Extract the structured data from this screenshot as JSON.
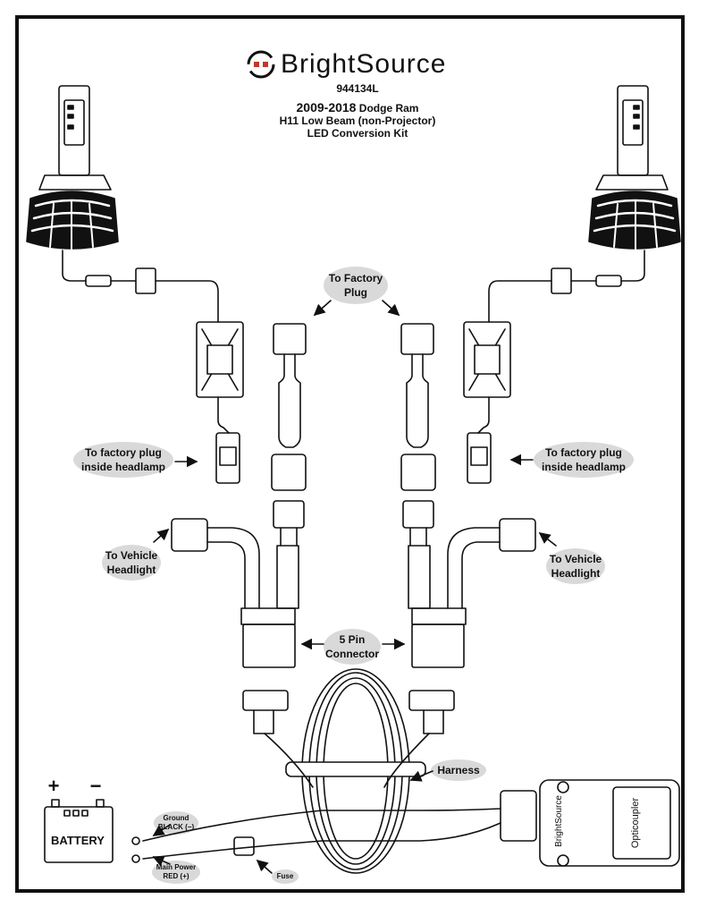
{
  "brand": {
    "name": "BrightSource",
    "part_number": "944134L"
  },
  "title": {
    "line1_bold": "2009-2018",
    "line1_rest": " Dodge Ram",
    "line2": "H11 Low Beam (non-Projector)",
    "line3": "LED Conversion Kit"
  },
  "labels": {
    "to_factory_plug": [
      "To Factory",
      "Plug"
    ],
    "inside_headlamp": [
      "To factory plug",
      "inside headlamp"
    ],
    "to_vehicle_headlight": [
      "To Vehicle",
      "Headlight"
    ],
    "five_pin": [
      "5 Pin",
      "Connector"
    ],
    "harness": "Harness",
    "battery": "BATTERY",
    "plus": "+",
    "minus": "−",
    "ground": "Ground",
    "black": "BLACK (−)",
    "main_power": "Main Power",
    "red": "RED (+)",
    "fuse": "Fuse",
    "box_brand": "BrightSource",
    "box_label": "Opticoupler"
  },
  "colors": {
    "line": "#111111",
    "bubble": "#d9d9d9",
    "background": "#ffffff"
  }
}
